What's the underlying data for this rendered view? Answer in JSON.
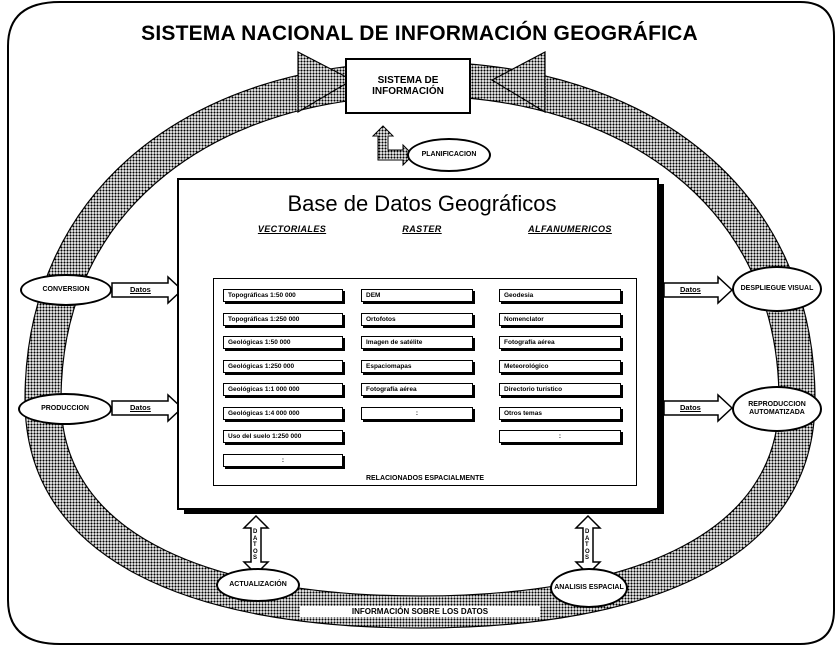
{
  "title": "SISTEMA NACIONAL DE INFORMACIÓN GEOGRÁFICA",
  "info_system": "SISTEMA DE INFORMACIÓN",
  "planning": "PLANIFICACION",
  "database": {
    "title": "Base de Datos Geográficos",
    "categories": [
      "VECTORIALES",
      "RASTER",
      "ALFANUMERICOS"
    ],
    "vectoriales": [
      "Topográficas 1:50 000",
      "Topográficas 1:250 000",
      "Geológicas 1:50 000",
      "Geológicas 1:250 000",
      "Geológicas 1:1 000 000",
      "Geológicas 1:4 000 000",
      "Uso del suelo 1:250 000",
      ":"
    ],
    "raster": [
      "DEM",
      "Ortofotos",
      "Imagen de satélite",
      "Espaciomapas",
      "Fotografía aérea",
      ":"
    ],
    "alfanumericos": [
      "Geodesia",
      "Nomenclator",
      "Fotografía aérea",
      "Meteorológico",
      "Directorio turístico",
      "Otros temas",
      ":"
    ],
    "footer": "RELACIONADOS ESPACIALMENTE"
  },
  "left_nodes": {
    "conversion": "CONVERSION",
    "produccion": "PRODUCCION"
  },
  "right_nodes": {
    "despliegue": "DESPLIEGUE VISUAL",
    "reproduccion": "REPRODUCCION AUTOMATIZADA"
  },
  "bottom_nodes": {
    "actualizacion": "ACTUALIZACIÓN",
    "analisis": "ANALISIS ESPACIAL",
    "metadata": "INFORMACIÓN SOBRE LOS DATOS"
  },
  "arrow_label": "Datos",
  "vertical_label": "DATOS",
  "colors": {
    "ink": "#000000",
    "paper": "#ffffff",
    "ring": "#9a9a9a"
  }
}
